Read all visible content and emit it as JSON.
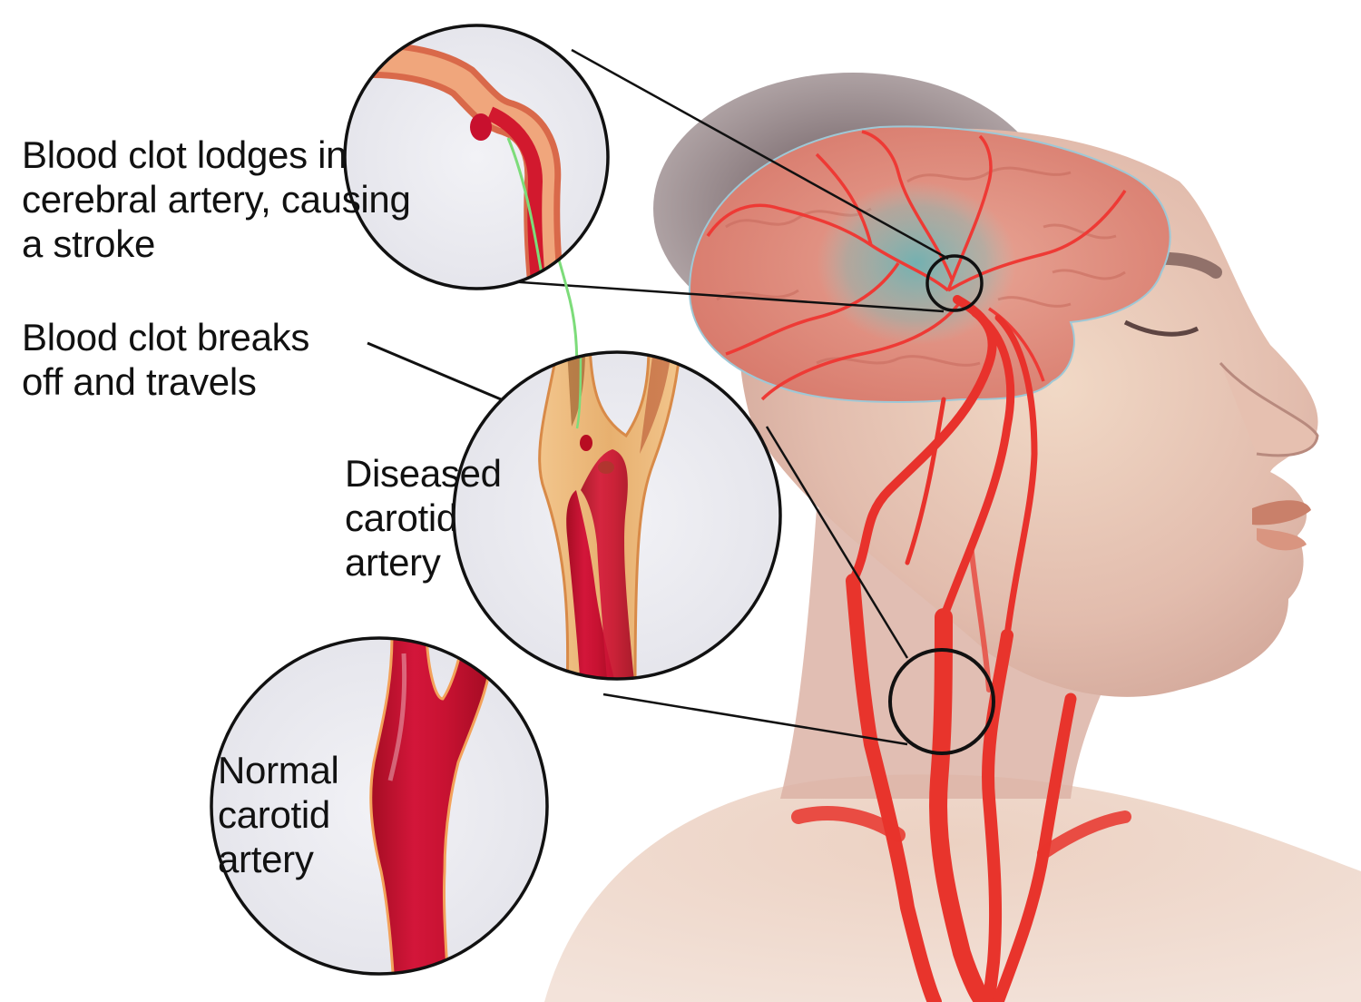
{
  "figure": {
    "subject": "Ischemic stroke caused by carotid artery disease",
    "colors": {
      "background": "#ffffff",
      "artery_red": "#e8342c",
      "artery_dark_red": "#c4122e",
      "plaque_yellow": "#e9b877",
      "brain_pink": "#d98578",
      "ischemia_teal": "#6fb6b8",
      "skin": "#e6c3b4",
      "hair": "#6e5b5e",
      "inset_background": "#ebebf1",
      "callout_line": "#111111",
      "clot_path_green": "#7ddc7a"
    }
  },
  "labels": {
    "clot_lodges": {
      "lines": [
        "Blood clot lodges in",
        "cerebral artery, causing",
        "a stroke"
      ]
    },
    "clot_breaks_off": {
      "lines": [
        "Blood clot breaks",
        "off and travels"
      ]
    },
    "diseased_artery": {
      "lines": [
        "Diseased",
        "carotid",
        "artery"
      ]
    },
    "normal_artery": {
      "lines": [
        "Normal",
        "carotid",
        "artery"
      ]
    }
  },
  "insets": [
    {
      "id": "cerebral-artery-inset",
      "depicts": "clot lodged in cerebral artery"
    },
    {
      "id": "diseased-carotid-inset",
      "depicts": "plaque-narrowed carotid bifurcation with clot"
    },
    {
      "id": "normal-carotid-inset",
      "depicts": "healthy carotid bifurcation"
    }
  ],
  "markers": [
    {
      "id": "brain-clot-marker",
      "location": "middle cerebral artery region"
    },
    {
      "id": "neck-carotid-marker",
      "location": "carotid bifurcation in neck"
    }
  ]
}
